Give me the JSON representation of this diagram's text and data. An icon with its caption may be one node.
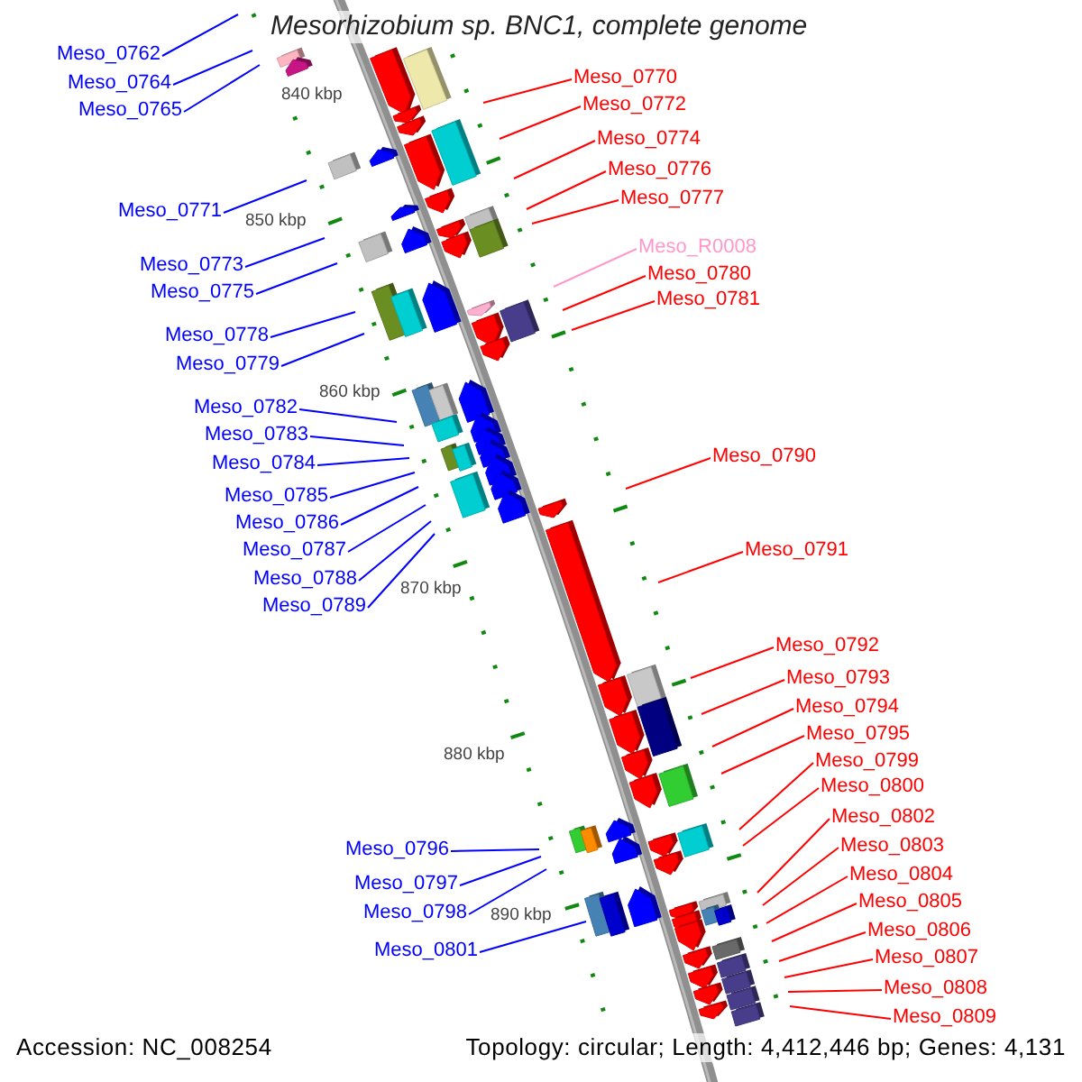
{
  "diagram": {
    "title": "Mesorhizobium sp. BNC1, complete genome",
    "nodes": [
      {
        "text": [
          "Meso_0762"
        ]
      },
      {
        "text": [
          "Meso_0764"
        ]
      },
      {
        "text": [
          "Meso_0765"
        ]
      },
      {
        "text": [
          "Meso_0770"
        ]
      },
      {
        "text": [
          "Meso_0771"
        ]
      },
      {
        "text": [
          "Meso_0772"
        ]
      },
      {
        "text": [
          "Meso_0773"
        ]
      },
      {
        "text": [
          "Meso_0774"
        ]
      },
      {
        "text": [
          "Meso_0775"
        ]
      },
      {
        "text": [
          "Meso_0776"
        ]
      },
      {
        "text": [
          "Meso_0777"
        ]
      },
      {
        "text": [
          "Meso_0778"
        ]
      },
      {
        "text": [
          "Meso_0779"
        ]
      },
      {
        "text": [
          "Meso_R0008"
        ]
      },
      {
        "text": [
          "Meso_0780"
        ]
      },
      {
        "text": [
          "Meso_0781"
        ]
      },
      {
        "text": [
          "Meso_0782"
        ]
      },
      {
        "text": [
          "Meso_0783"
        ]
      },
      {
        "text": [
          "Meso_0784"
        ]
      },
      {
        "text": [
          "Meso_0785"
        ]
      },
      {
        "text": [
          "Meso_0786"
        ]
      },
      {
        "text": [
          "Meso_0787"
        ]
      },
      {
        "text": [
          "Meso_0788"
        ]
      },
      {
        "text": [
          "Meso_0789"
        ]
      },
      {
        "text": [
          "Meso_0790"
        ]
      },
      {
        "text": [
          "Meso_0791"
        ]
      },
      {
        "text": [
          "Meso_0792"
        ]
      },
      {
        "text": [
          "Meso_0793"
        ]
      },
      {
        "text": [
          "Meso_0794"
        ]
      },
      {
        "text": [
          "Meso_0795"
        ]
      },
      {
        "text": [
          "Meso_0796"
        ]
      },
      {
        "text": [
          "Meso_0797"
        ]
      },
      {
        "text": [
          "Meso_0798"
        ]
      },
      {
        "text": [
          "Meso_0799"
        ]
      },
      {
        "text": [
          "Meso_0800"
        ]
      },
      {
        "text": [
          "Meso_0801"
        ]
      },
      {
        "text": [
          "Meso_0802"
        ]
      },
      {
        "text": [
          "Meso_0803"
        ]
      },
      {
        "text": [
          "Meso_0804"
        ]
      },
      {
        "text": [
          "Meso_0805"
        ]
      },
      {
        "text": [
          "Meso_0806"
        ]
      },
      {
        "text": [
          "Meso_0807"
        ]
      },
      {
        "text": [
          "Meso_0808"
        ]
      },
      {
        "text": [
          "Meso_0809"
        ]
      }
    ],
    "edges": [
      {
        "from": 0,
        "to": null,
        "arrow": "none",
        "color": "#0000ff"
      },
      {
        "from": 1,
        "to": null,
        "arrow": "none",
        "color": "#0000ff"
      },
      {
        "from": 2,
        "to": null,
        "arrow": "none",
        "color": "#0000ff"
      },
      {
        "from": 3,
        "to": null,
        "arrow": "none"
      },
      {
        "from": 4,
        "to": null,
        "arrow": "none",
        "color": "#0000ff"
      },
      {
        "from": 5,
        "to": null,
        "arrow": "none"
      },
      {
        "from": 6,
        "to": null,
        "arrow": "none",
        "color": "#0000ff"
      },
      {
        "from": 7,
        "to": null,
        "arrow": "none"
      },
      {
        "from": 8,
        "to": null,
        "arrow": "none",
        "color": "#0000ff"
      },
      {
        "from": 9,
        "to": null,
        "arrow": "none"
      },
      {
        "from": 10,
        "to": null,
        "arrow": "none"
      },
      {
        "from": 11,
        "to": null,
        "arrow": "none",
        "color": "#0000ff"
      },
      {
        "from": 12,
        "to": null,
        "arrow": "none",
        "color": "#0000ff"
      },
      {
        "from": 13,
        "to": null,
        "arrow": "none",
        "color": "#ff99cc"
      },
      {
        "from": 14,
        "to": null,
        "arrow": "none"
      },
      {
        "from": 15,
        "to": null,
        "arrow": "none"
      },
      {
        "from": 16,
        "to": null,
        "arrow": "none",
        "color": "#0000ff"
      },
      {
        "from": 17,
        "to": null,
        "arrow": "none",
        "color": "#0000ff"
      },
      {
        "from": 18,
        "to": null,
        "arrow": "none",
        "color": "#0000ff"
      },
      {
        "from": 19,
        "to": null,
        "arrow": "none",
        "color": "#0000ff"
      },
      {
        "from": 20,
        "to": null,
        "arrow": "none",
        "color": "#0000ff"
      },
      {
        "from": 21,
        "to": null,
        "arrow": "none",
        "color": "#0000ff"
      },
      {
        "from": 22,
        "to": null,
        "arrow": "none",
        "color": "#0000ff"
      },
      {
        "from": 23,
        "to": null,
        "arrow": "none",
        "color": "#0000ff"
      },
      {
        "from": 24,
        "to": null,
        "arrow": "none"
      },
      {
        "from": 25,
        "to": null,
        "arrow": "none"
      },
      {
        "from": 26,
        "to": null,
        "arrow": "none"
      },
      {
        "from": 27,
        "to": null,
        "arrow": "none"
      },
      {
        "from": 28,
        "to": null,
        "arrow": "none"
      },
      {
        "from": 29,
        "to": null,
        "arrow": "none"
      },
      {
        "from": 30,
        "to": null,
        "arrow": "none",
        "color": "#0000ff"
      },
      {
        "from": 31,
        "to": null,
        "arrow": "none",
        "color": "#0000ff"
      },
      {
        "from": 32,
        "to": null,
        "arrow": "none",
        "color": "#0000ff"
      },
      {
        "from": 33,
        "to": null,
        "arrow": "none"
      },
      {
        "from": 34,
        "to": null,
        "arrow": "none"
      },
      {
        "from": 35,
        "to": null,
        "arrow": "none",
        "color": "#0000ff"
      },
      {
        "from": 36,
        "to": null,
        "arrow": "none"
      },
      {
        "from": 37,
        "to": null,
        "arrow": "none"
      },
      {
        "from": 38,
        "to": null,
        "arrow": "none"
      },
      {
        "from": 39,
        "to": null,
        "arrow": "none"
      },
      {
        "from": 40,
        "to": null,
        "arrow": "none"
      },
      {
        "from": 41,
        "to": null,
        "arrow": "none"
      },
      {
        "from": 42,
        "to": null,
        "arrow": "none"
      },
      {
        "from": 43,
        "to": null,
        "arrow": "none"
      }
    ],
    "labels": [
      "840 kbp",
      "850 kbp",
      "860 kbp",
      "870 kbp",
      "880 kbp",
      "890 kbp",
      "Accession: NC_008254",
      "Topology: circular; Length: 4,412,446 bp; Genes: 4,131"
    ]
  }
}
